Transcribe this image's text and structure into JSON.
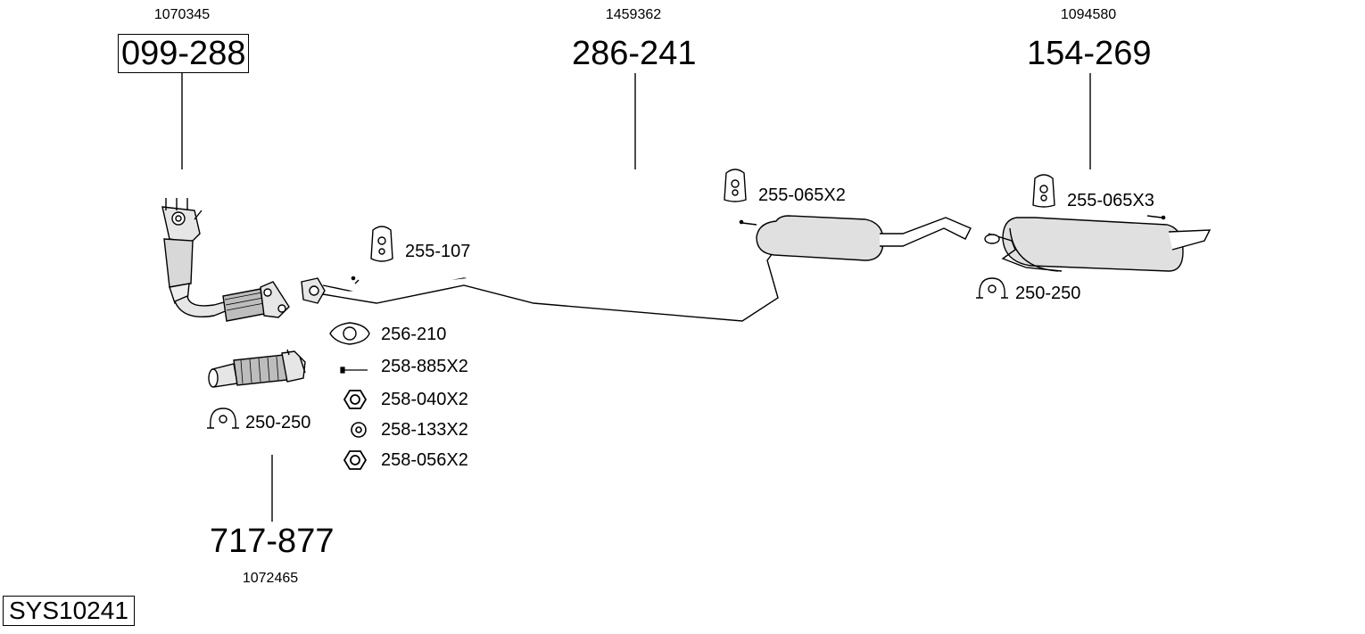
{
  "parts": {
    "front_pipe": {
      "oe": "1070345",
      "number": "099-288"
    },
    "middle_pipe": {
      "oe": "1459362",
      "number": "286-241"
    },
    "rear_silencer": {
      "oe": "1094580",
      "number": "154-269"
    },
    "flex_pipe": {
      "oe": "1072465",
      "number": "717-877"
    }
  },
  "accessories": {
    "hanger_front": "255-107",
    "hanger_mid": "255-065X2",
    "hanger_rear": "255-065X3",
    "clamp_rear": "250-250",
    "clamp_front": "250-250",
    "gasket": "256-210",
    "bolt": "258-885X2",
    "nut_a": "258-040X2",
    "washer": "258-133X2",
    "nut_b": "258-056X2"
  },
  "system_code": "SYS10241"
}
